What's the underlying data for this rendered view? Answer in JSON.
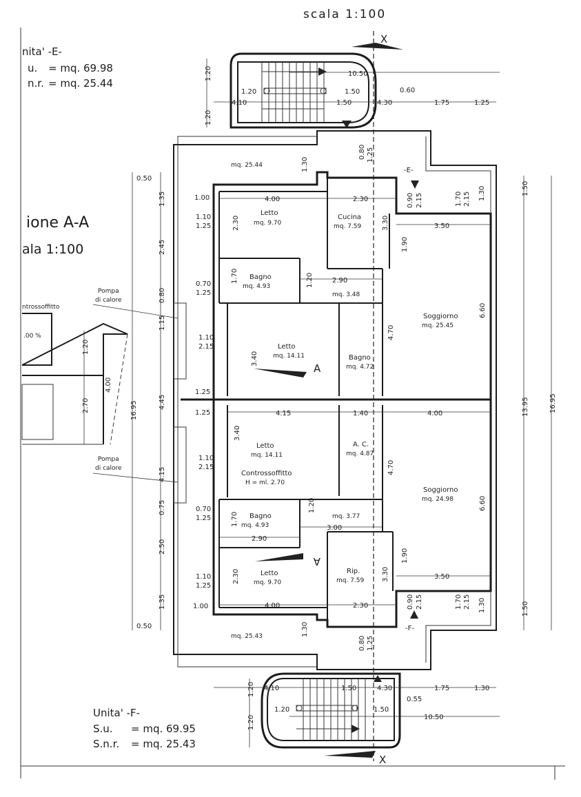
{
  "header": {
    "scale": "scala 1:100"
  },
  "unit_e": {
    "title": "nita' -E-",
    "su_label": "u.",
    "su_value": "= mq. 69.98",
    "snr_label": "n.r.",
    "snr_value": "= mq. 25.44"
  },
  "unit_f": {
    "title": "Unita' -F-",
    "su_label": "S.u.",
    "su_value": "= mq. 69.95",
    "snr_label": "S.n.r.",
    "snr_value": "= mq. 25.43"
  },
  "section": {
    "title": "ione A-A",
    "scale": "ala 1:100",
    "ceiling": "ntrossoffitto",
    "slope": ".00 %",
    "dim_a": "1.20",
    "dim_b": "2.70",
    "dim_c": "4.00"
  },
  "heat_pump": {
    "line1": "Pompa",
    "line2": "di calore"
  },
  "markers": {
    "x": "X",
    "a": "A",
    "e": "-E-",
    "f": "-F-"
  },
  "rooms": [
    {
      "name": "Letto",
      "area": "mq. 9.70"
    },
    {
      "name": "Cucina",
      "area": "mq. 7.59"
    },
    {
      "name": "Bagno",
      "area": "mq. 4.93"
    },
    {
      "name": "",
      "area": "mq. 3.48"
    },
    {
      "name": "Letto",
      "area": "mq. 14.11"
    },
    {
      "name": "Bagno",
      "area": "mq. 4.72"
    },
    {
      "name": "Soggiorno",
      "area": "mq. 25.45"
    },
    {
      "name": "Letto",
      "area": "mq. 14.11"
    },
    {
      "name": "A. C.",
      "area": "mq. 4.87"
    },
    {
      "name": "Soggiorno",
      "area": "mq. 24.98"
    },
    {
      "name": "Bagno",
      "area": "mq. 4.93"
    },
    {
      "name": "",
      "area": "mq. 3.77"
    },
    {
      "name": "Letto",
      "area": "mq. 9.70"
    },
    {
      "name": "Rip.",
      "area": "mq. 7.59"
    }
  ],
  "ceiling_note": {
    "line1": "Controssoffitto",
    "line2": "H = ml. 2.70"
  },
  "terraces": {
    "top": "mq. 25.44",
    "bottom": "mq. 25.43"
  },
  "dims_left": [
    "0.50",
    "1.35",
    "2.45",
    "0.80",
    "1.15",
    "4.45",
    "4.15",
    "0.75",
    "2.50",
    "1.35",
    "0.50",
    "16.95"
  ],
  "dims_right": [
    "1.50",
    "13.95",
    "1.50",
    "16.95"
  ],
  "dims_stair_top": [
    "1.20",
    "1.20",
    "10.50",
    "1.20",
    "1.50",
    "0.60",
    "4.10",
    "1.50",
    "4.30",
    "1.75",
    "1.25"
  ],
  "dims_stair_bottom": [
    "4.10",
    "1.50",
    "4.30",
    "1.75",
    "1.30",
    "0.55",
    "1.20",
    "1.50",
    "10.50",
    "1.20",
    "1.20"
  ],
  "dims_inner": [
    "1.30",
    "0.80",
    "1.25",
    "4.00",
    "2.30",
    "1.00",
    "1.10",
    "1.25",
    "2.30",
    "3.30",
    "0.90",
    "2.15",
    "1.70",
    "2.15",
    "1.30",
    "3.50",
    "1.90",
    "0.70",
    "1.25",
    "1.70",
    "1.20",
    "2.90",
    "1.10",
    "2.15",
    "3.40",
    "4.70",
    "6.60",
    "1.25",
    "1.25",
    "4.15",
    "1.40",
    "4.00",
    "3.40",
    "1.10",
    "2.15",
    "4.70",
    "6.60",
    "0.70",
    "1.25",
    "1.70",
    "1.20",
    "3.00",
    "2.90",
    "1.90",
    "1.10",
    "1.25",
    "2.30",
    "3.30",
    "3.50",
    "1.00",
    "4.00",
    "2.30",
    "0.90",
    "2.15",
    "1.70",
    "2.15",
    "1.30",
    "1.30",
    "0.80",
    "1.25"
  ]
}
